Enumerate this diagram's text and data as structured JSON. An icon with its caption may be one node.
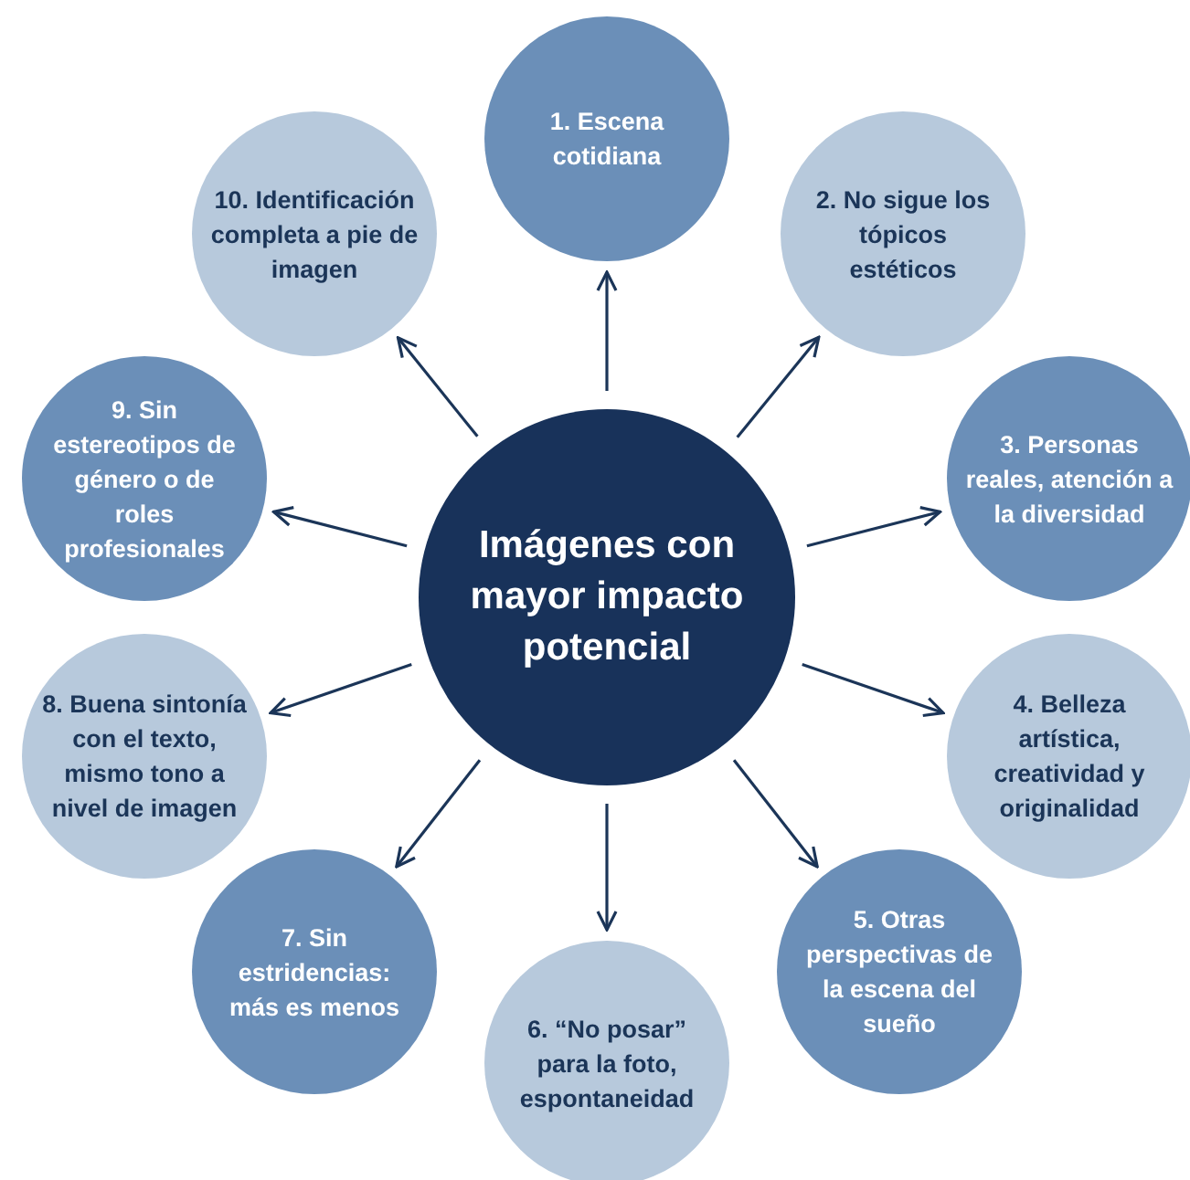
{
  "diagram": {
    "nodes": [
      {
        "text": [
          "Imágenes con mayor impacto potencial"
        ]
      },
      {
        "text": [
          "1. Escena cotidiana"
        ]
      },
      {
        "text": [
          "2. No sigue los tópicos estéticos"
        ]
      },
      {
        "text": [
          "3. Personas reales, atención a la diversidad"
        ]
      },
      {
        "text": [
          "4. Belleza artística, creatividad y originalidad"
        ]
      },
      {
        "text": [
          "5. Otras perspectivas de la escena del sueño"
        ]
      },
      {
        "text": [
          "6. “No posar” para la foto, espontaneidad"
        ]
      },
      {
        "text": [
          "7. Sin estridencias: más es menos"
        ]
      },
      {
        "text": [
          "8. Buena sintonía con el texto, mismo tono a nivel de imagen"
        ]
      },
      {
        "text": [
          "9. Sin estereotipos de género o de roles profesionales"
        ]
      },
      {
        "text": [
          "10. Identificación completa a pie de imagen"
        ]
      }
    ],
    "edges": [
      {
        "from": 0,
        "to": 1,
        "arrow": "to"
      },
      {
        "from": 0,
        "to": 2,
        "arrow": "to"
      },
      {
        "from": 0,
        "to": 3,
        "arrow": "to"
      },
      {
        "from": 0,
        "to": 4,
        "arrow": "to"
      },
      {
        "from": 0,
        "to": 5,
        "arrow": "to"
      },
      {
        "from": 0,
        "to": 6,
        "arrow": "to"
      },
      {
        "from": 0,
        "to": 7,
        "arrow": "to"
      },
      {
        "from": 0,
        "to": 8,
        "arrow": "to"
      },
      {
        "from": 0,
        "to": 9,
        "arrow": "to"
      },
      {
        "from": 0,
        "to": 10,
        "arrow": "to"
      }
    ]
  }
}
